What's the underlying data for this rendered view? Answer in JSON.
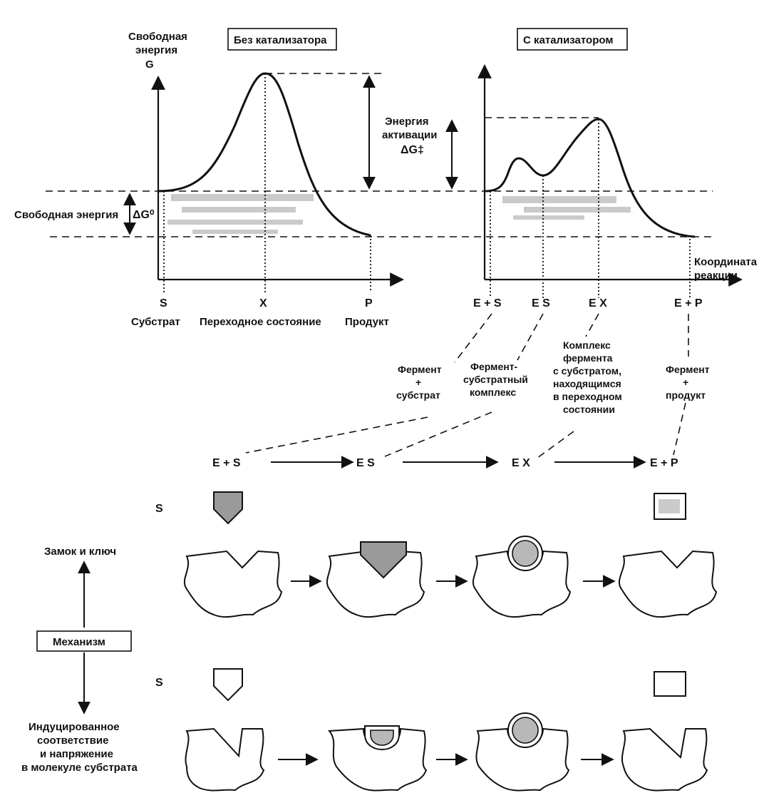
{
  "energy_diagram": {
    "panel_left_title": "Без катализатора",
    "panel_right_title": "С катализатором",
    "y_axis_label_line1": "Свободная",
    "y_axis_label_line2": "энергия",
    "y_axis_symbol": "G",
    "free_energy_label": "Свободная энергия",
    "delta_g0": "ΔG⁰",
    "activation_line1": "Энергия",
    "activation_line2": "активации",
    "activation_symbol": "ΔG‡",
    "x_axis_line1": "Координата",
    "x_axis_line2": "реакции",
    "left_points": {
      "s": "S",
      "x": "X",
      "p": "P"
    },
    "left_names": {
      "substrate": "Субстрат",
      "transition": "Переходное состояние",
      "product": "Продукт"
    },
    "right_points": {
      "es_start": "E + S",
      "es": "E S",
      "ex": "E X",
      "ep": "E + P"
    }
  },
  "descriptions": {
    "enzyme_substrate_line1": "Фермент",
    "enzyme_substrate_line2": "+",
    "enzyme_substrate_line3": "субстрат",
    "es_complex_line1": "Фермент-",
    "es_complex_line2": "субстратный",
    "es_complex_line3": "комплекс",
    "ex_complex_line1": "Комплекс",
    "ex_complex_line2": "фермента",
    "ex_complex_line3": "с субстратом,",
    "ex_complex_line4": "находящимся",
    "ex_complex_line5": "в переходном",
    "ex_complex_line6": "состоянии",
    "enzyme_product_line1": "Фермент",
    "enzyme_product_line2": "+",
    "enzyme_product_line3": "продукт"
  },
  "reaction_scheme": {
    "step1": "E + S",
    "step2": "E S",
    "step3": "E X",
    "step4": "E + P"
  },
  "mechanism": {
    "box_label": "Механизм",
    "lock_key": "Замок и ключ",
    "induced_line1": "Индуцированное",
    "induced_line2": "соответствие",
    "induced_line3": "и напряжение",
    "induced_line4": "в молекуле субстрата",
    "substrate_label_top": "S",
    "substrate_label_bottom": "S"
  },
  "colors": {
    "ink": "#111111",
    "shade": "#9a9a9a",
    "paper": "#ffffff"
  }
}
